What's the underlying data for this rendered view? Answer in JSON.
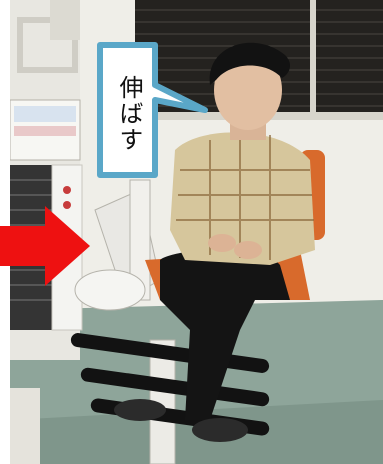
{
  "image": {
    "subject": "person-seated-on-leg-extension-machine",
    "callout": {
      "text": "伸ばす",
      "border_color": "#5aa7c8"
    },
    "arrow": {
      "color": "#ee1111",
      "direction": "right"
    }
  },
  "colors": {
    "wall": "#f2f1ec",
    "blinds": "#2c2a26",
    "floor": "#8fa79c",
    "sweater": "#d7c79e",
    "pants": "#151515",
    "seat": "#d86a2c"
  }
}
